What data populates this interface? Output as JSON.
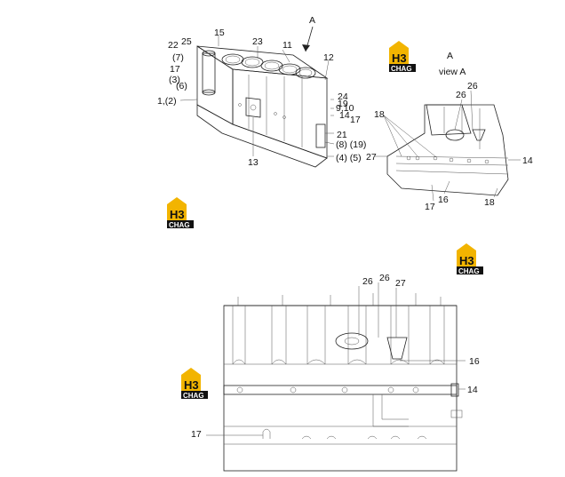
{
  "colors": {
    "logo_gold": "#f2b400",
    "logo_black": "#111111",
    "line": "#222222"
  },
  "logo": {
    "mark": "H3",
    "word": "CHAG"
  },
  "view_title": {
    "letter": "A",
    "text": "view A"
  },
  "arrow_letter": "A",
  "top_labels": {
    "l15": "15",
    "l22": "22",
    "l25": "25",
    "l23": "23",
    "l11": "11",
    "l7": "(7)",
    "l17": "17",
    "l3": "(3)",
    "l6": "(6)",
    "l12": "12",
    "l1_2": "1,(2)",
    "l24": "24",
    "l19": "19",
    "l9_10": "9,10",
    "l14": "14",
    "l17b": "17",
    "l21": "21",
    "l8_19": "(8) (19)",
    "l4_5": "(4) (5)",
    "l13": "13",
    "l27": "27"
  },
  "viewa_labels": {
    "l18": "18",
    "l26a": "26",
    "l26b": "26",
    "l14": "14",
    "l17": "17",
    "l16": "16",
    "l18b": "18"
  },
  "bottom_labels": {
    "l26a": "26",
    "l26b": "26",
    "l27": "27",
    "l16": "16",
    "l14": "14",
    "l17": "17"
  }
}
